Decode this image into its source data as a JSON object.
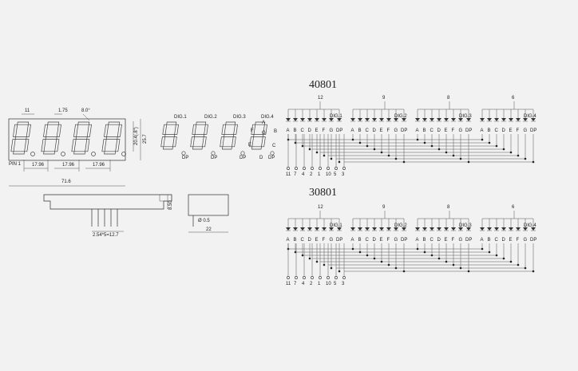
{
  "dims": {
    "w11": "11",
    "w175": "1.75",
    "angle": "8.0°",
    "height_label": "20.4(.8\")",
    "h257": "25.7",
    "pin1": "PIN 1",
    "pitch": [
      "17.96",
      "17.96",
      "17.96"
    ],
    "total_width": "71.6",
    "h850": "8.50",
    "pin_spacing": "2.54*5=12.7",
    "pin_dia": "Ø 0.5",
    "depth": "22"
  },
  "digits": {
    "labels": [
      "DIG.1",
      "DIG.2",
      "DIG.3",
      "DIG.4"
    ],
    "dp": "DP",
    "seg_letters": [
      "A",
      "B",
      "C",
      "D",
      "E",
      "F",
      "G"
    ]
  },
  "schematics": [
    {
      "title": "40801",
      "commons": [
        "12",
        "9",
        "8",
        "6"
      ],
      "digits": [
        "DIG.1",
        "DIG.2",
        "DIG.3",
        "DIG.4"
      ],
      "segments": [
        "A",
        "B",
        "C",
        "D",
        "E",
        "F",
        "G",
        "DP"
      ],
      "pins": [
        "11",
        "7",
        "4",
        "2",
        "1",
        "10",
        "5",
        "3"
      ]
    },
    {
      "title": "30801",
      "commons": [
        "12",
        "9",
        "8",
        "6"
      ],
      "digits": [
        "DIG.1",
        "DIG.2",
        "DIG.3",
        "DIG.4"
      ],
      "segments": [
        "A",
        "B",
        "C",
        "D",
        "E",
        "F",
        "G",
        "DP"
      ],
      "pins": [
        "11",
        "7",
        "4",
        "2",
        "1",
        "10",
        "5",
        "3"
      ]
    }
  ]
}
